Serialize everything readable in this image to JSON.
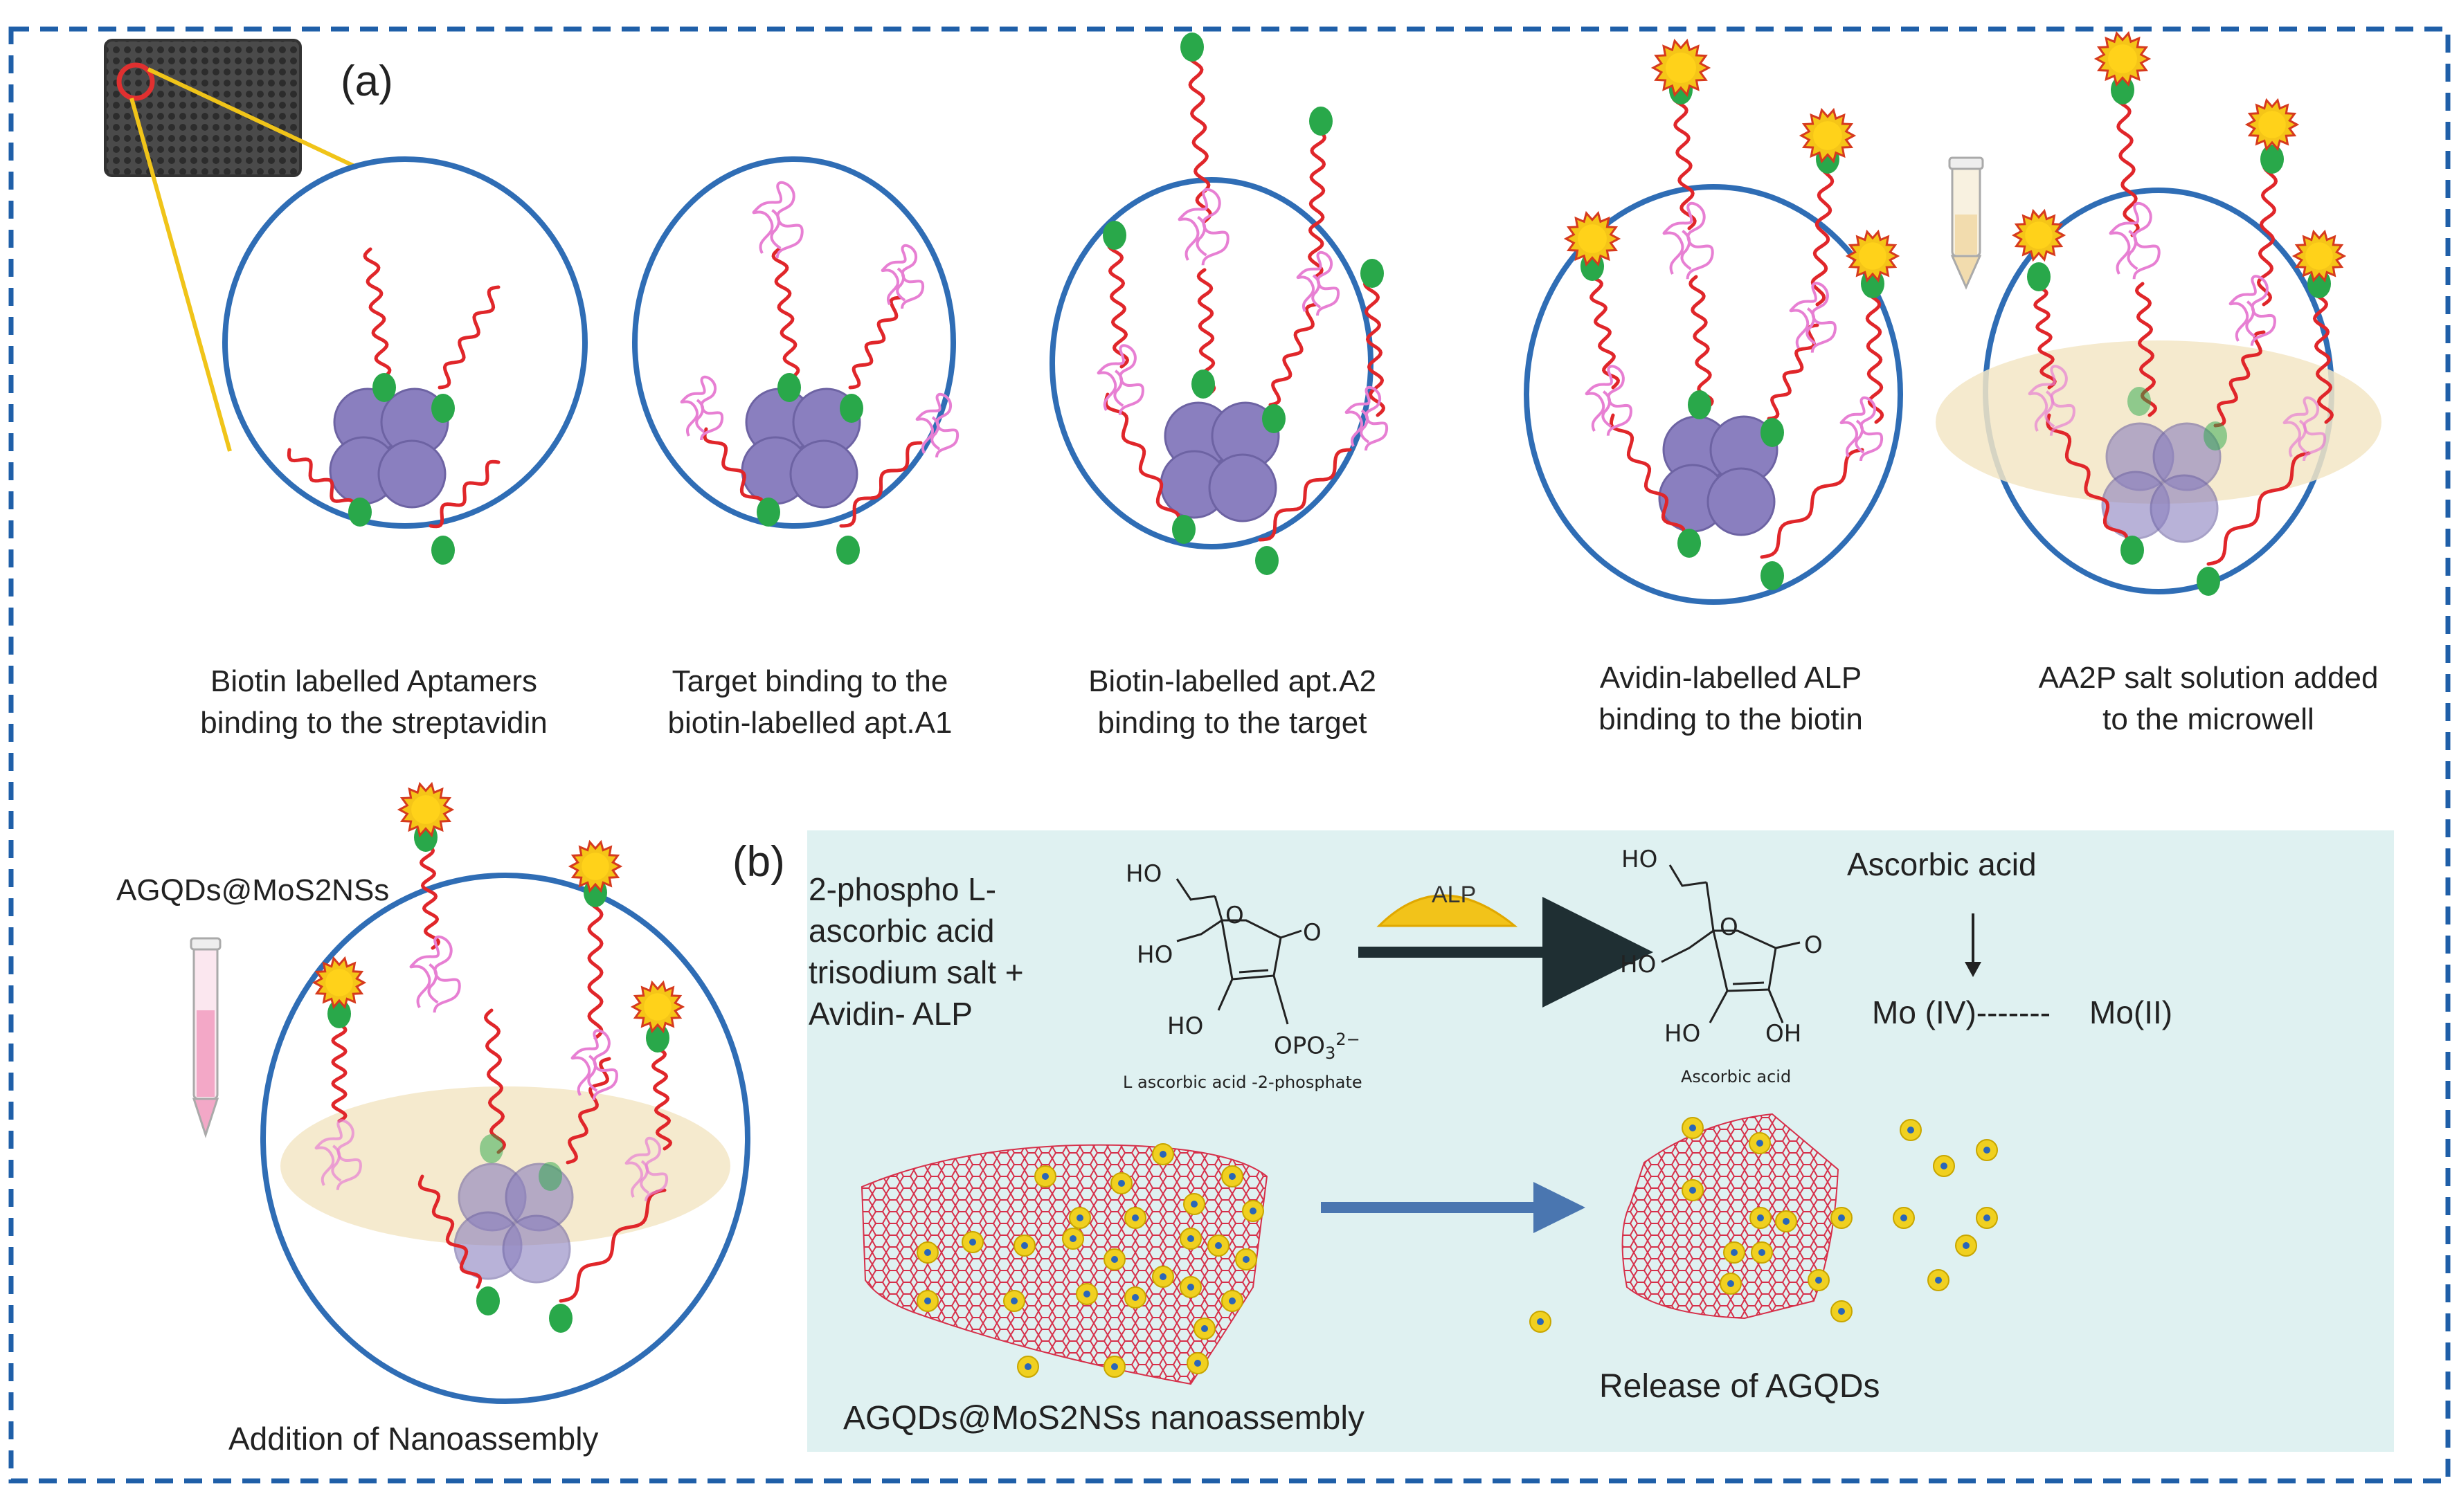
{
  "panel_a": {
    "label": "(a)",
    "steps": [
      {
        "line1": "Biotin labelled Aptamers",
        "line2": "binding to the streptavidin"
      },
      {
        "line1": "Target binding to the",
        "line2": "biotin-labelled apt.A1"
      },
      {
        "line1": "Biotin-labelled apt.A2",
        "line2": "binding to the target"
      },
      {
        "line1": "Avidin-labelled ALP",
        "line2": "binding to the biotin"
      },
      {
        "line1": "AA2P salt solution added",
        "line2": "to the microwell"
      }
    ],
    "addition": {
      "reagent": "AGQDs@MoS2NSs",
      "caption": "Addition of Nanoassembly"
    }
  },
  "panel_b": {
    "label": "(b)",
    "reagent_lines": [
      "2-phospho L-",
      "ascorbic acid",
      "trisodium salt +",
      "Avidin- ALP"
    ],
    "enzyme": "ALP",
    "reactant": {
      "name": "L ascorbic acid -2-phosphate",
      "atoms": {
        "ho_top": "HO",
        "ho_mid": "HO",
        "ho_bottom": "HO",
        "o_ring": "O",
        "o_keto": "O",
        "phosphate": "OPO",
        "phosphate_sub": "3",
        "phosphate_sup": "2−"
      }
    },
    "product": {
      "name": "Ascorbic acid",
      "atoms": {
        "ho_top": "HO",
        "ho_mid": "HO",
        "ho_left": "HO",
        "oh_right": "OH",
        "o_ring": "O",
        "o_keto": "O"
      }
    },
    "reduction": {
      "title": "Ascorbic acid",
      "from": "Mo (IV)-------",
      "to": "Mo(II)"
    },
    "nanoassembly_label": "AGQDs@MoS2NSs nanoassembly",
    "release_label": "Release of AGQDs"
  },
  "colors": {
    "frame_border": "#1f5fa8",
    "well_circle": "#2f6db5",
    "streptavidin": "#8a7fbf",
    "biotin": "#29a84a",
    "aptamer": "#e0262a",
    "target": "#e77fd3",
    "alp_star": "#f5c518",
    "panel_b_bg": "#dff1f1",
    "mos2_sheet": "#d6304a",
    "agqd": "#f0d020",
    "arrow_blue": "#4a76b0",
    "arrow_dark": "#1f2f33",
    "solution": "#f3e6c6"
  }
}
